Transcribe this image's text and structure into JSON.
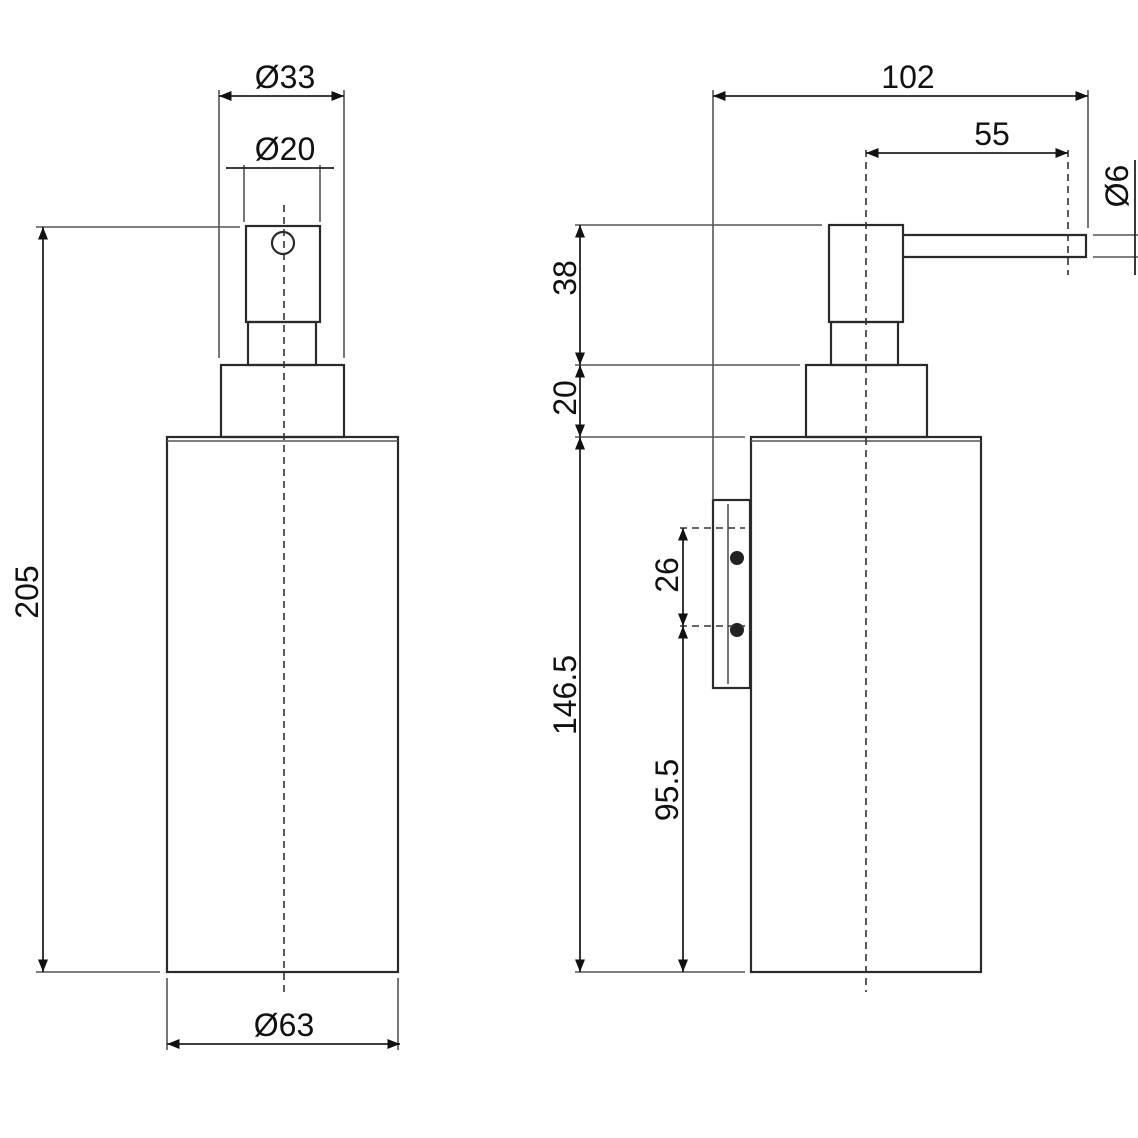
{
  "front_view": {
    "dims": {
      "outer_pump_diameter": "Ø33",
      "inner_pump_diameter": "Ø20",
      "total_height": "205",
      "body_diameter": "Ø63"
    }
  },
  "side_view": {
    "dims": {
      "total_depth": "102",
      "spout_length": "55",
      "spout_diameter": "Ø6",
      "head_height": "38",
      "collar_height": "20",
      "body_height": "146.5",
      "screw_spacing": "26",
      "screw_height": "95.5"
    }
  },
  "colors": {
    "line": "#2a2a2a",
    "background": "#ffffff"
  }
}
